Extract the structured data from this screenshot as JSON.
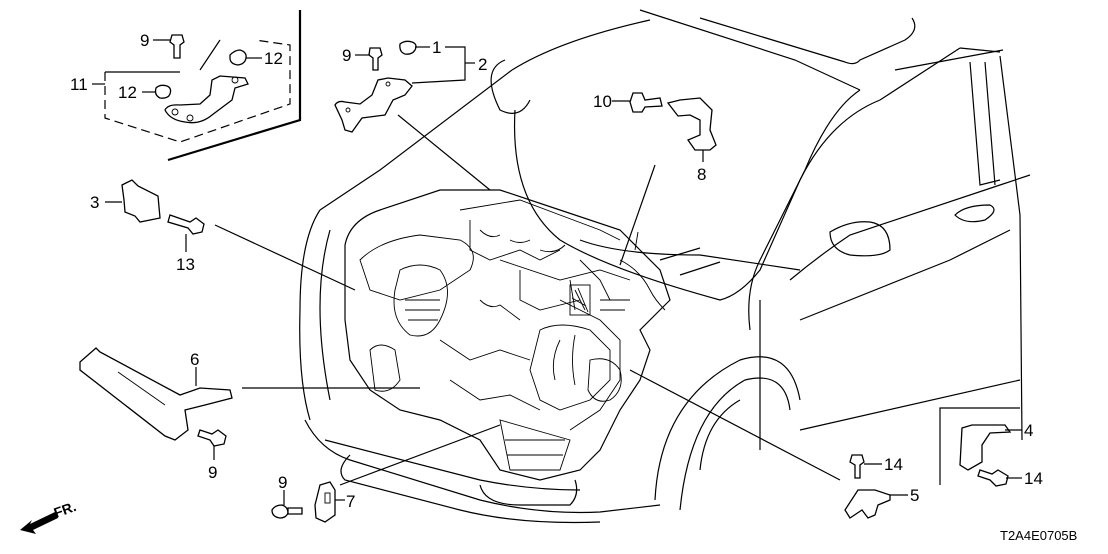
{
  "diagram": {
    "title": "Engine Wire Harness Clamp/Stay Parts Diagram",
    "diagram_code": "T2A4E0705B",
    "direction_label": "FR.",
    "callouts": [
      {
        "id": "c1",
        "label": "1",
        "part": "grommet"
      },
      {
        "id": "c2",
        "label": "2",
        "part": "stay-assembly"
      },
      {
        "id": "c3",
        "label": "3",
        "part": "clamp-bracket"
      },
      {
        "id": "c4",
        "label": "4",
        "part": "stay"
      },
      {
        "id": "c5",
        "label": "5",
        "part": "stay"
      },
      {
        "id": "c6",
        "label": "6",
        "part": "stay"
      },
      {
        "id": "c7",
        "label": "7",
        "part": "clip"
      },
      {
        "id": "c8",
        "label": "8",
        "part": "stay"
      },
      {
        "id": "c9a",
        "label": "9",
        "part": "bolt"
      },
      {
        "id": "c9b",
        "label": "9",
        "part": "bolt"
      },
      {
        "id": "c9c",
        "label": "9",
        "part": "bolt"
      },
      {
        "id": "c9d",
        "label": "9",
        "part": "bolt"
      },
      {
        "id": "c10",
        "label": "10",
        "part": "bolt"
      },
      {
        "id": "c11",
        "label": "11",
        "part": "stay-assembly"
      },
      {
        "id": "c12a",
        "label": "12",
        "part": "grommet"
      },
      {
        "id": "c12b",
        "label": "12",
        "part": "grommet"
      },
      {
        "id": "c13",
        "label": "13",
        "part": "bolt"
      },
      {
        "id": "c14a",
        "label": "14",
        "part": "bolt"
      },
      {
        "id": "c14b",
        "label": "14",
        "part": "bolt"
      }
    ]
  }
}
